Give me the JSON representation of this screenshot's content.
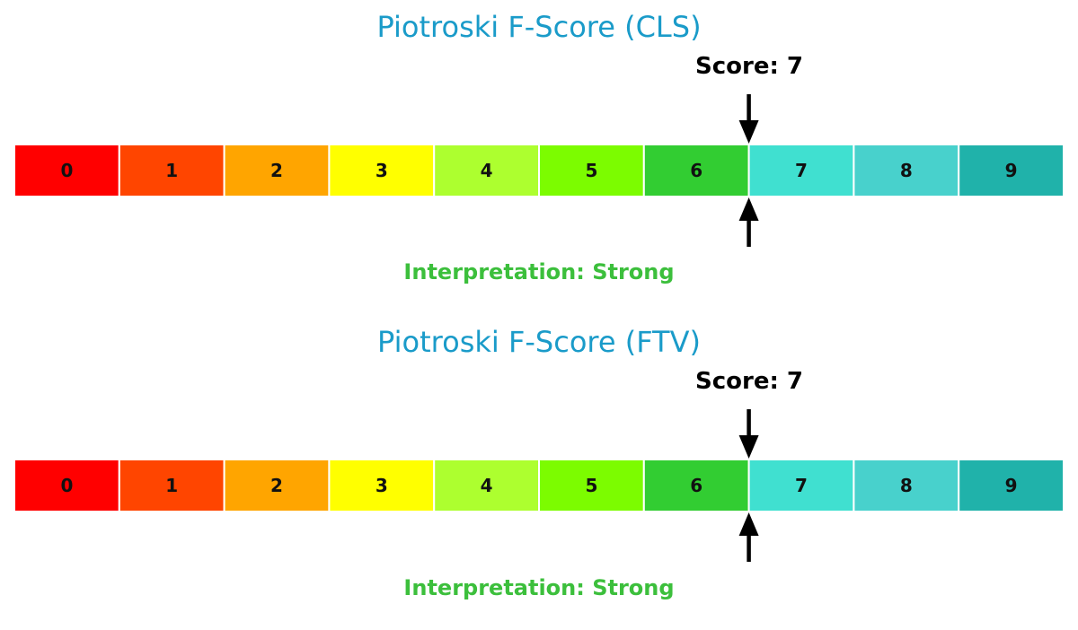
{
  "chart_data": [
    {
      "type": "gauge",
      "title": "Piotroski F-Score (CLS)",
      "categories": [
        "0",
        "1",
        "2",
        "3",
        "4",
        "5",
        "6",
        "7",
        "8",
        "9"
      ],
      "score": 7,
      "score_label": "Score: 7",
      "interpretation": "Interpretation: Strong"
    },
    {
      "type": "gauge",
      "title": "Piotroski F-Score (FTV)",
      "categories": [
        "0",
        "1",
        "2",
        "3",
        "4",
        "5",
        "6",
        "7",
        "8",
        "9"
      ],
      "score": 7,
      "score_label": "Score: 7",
      "interpretation": "Interpretation: Strong"
    }
  ],
  "colors": {
    "title": "#1a9bc9",
    "interpretation": "#3cbf3c",
    "arrow": "#000000",
    "segment_border": "#ffffff",
    "segments": [
      "#ff0000",
      "#ff4500",
      "#ffa500",
      "#ffff00",
      "#adff2f",
      "#7cfc00",
      "#32cd32",
      "#40e0d0",
      "#48d1cc",
      "#20b2aa"
    ]
  }
}
